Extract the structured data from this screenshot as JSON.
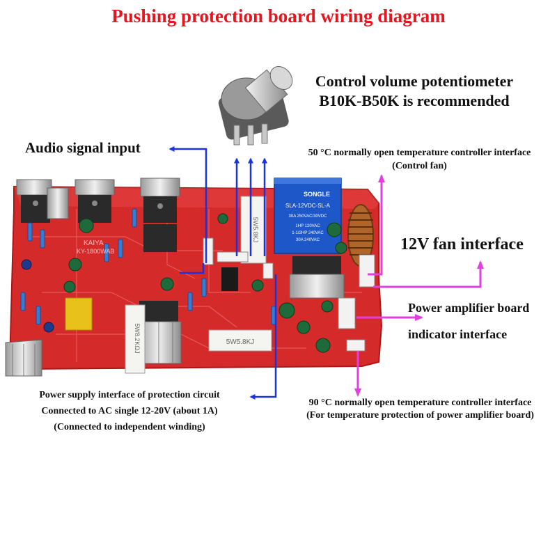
{
  "title": "Pushing protection board wiring diagram",
  "labels": {
    "potentiometer_line1": "Control volume potentiometer",
    "potentiometer_line2": "B10K-B50K is recommended",
    "audio_input": "Audio signal input",
    "temp50_line1": "50 °C normally open temperature controller interface",
    "temp50_line2": "(Control fan)",
    "fan_12v": "12V fan interface",
    "indicator_line1": "Power amplifier board",
    "indicator_line2": "indicator interface",
    "psu_line1": "Power supply interface of protection circuit",
    "psu_line2": "Connected to AC single 12-20V (about 1A)",
    "psu_line3": "(Connected to independent winding)",
    "temp90_line1": "90 °C normally open temperature controller interface",
    "temp90_line2": "(For temperature protection of power amplifier board)"
  },
  "board_text": {
    "relay_brand": "SONGLE",
    "relay_model": "SLA-12VDC-SL-A",
    "relay_rating1": "30A 250VAC/30VDC",
    "relay_rating2": "1HP 120VAC",
    "relay_rating3": "1-1/2HP 240VAC",
    "relay_rating4": "30A 240VAC",
    "board_brand": "KAIYA",
    "board_model": "KY-1800WAB",
    "resistor1": "5W5.8KJ",
    "resistor2": "5W8.2KΩJ",
    "resistor3": "5W5.8KJ"
  },
  "colors": {
    "title": "#e8141e",
    "signal_arrow": "#1a33dd",
    "interface_arrow": "#e040e0",
    "pcb": "#d42a2a"
  }
}
